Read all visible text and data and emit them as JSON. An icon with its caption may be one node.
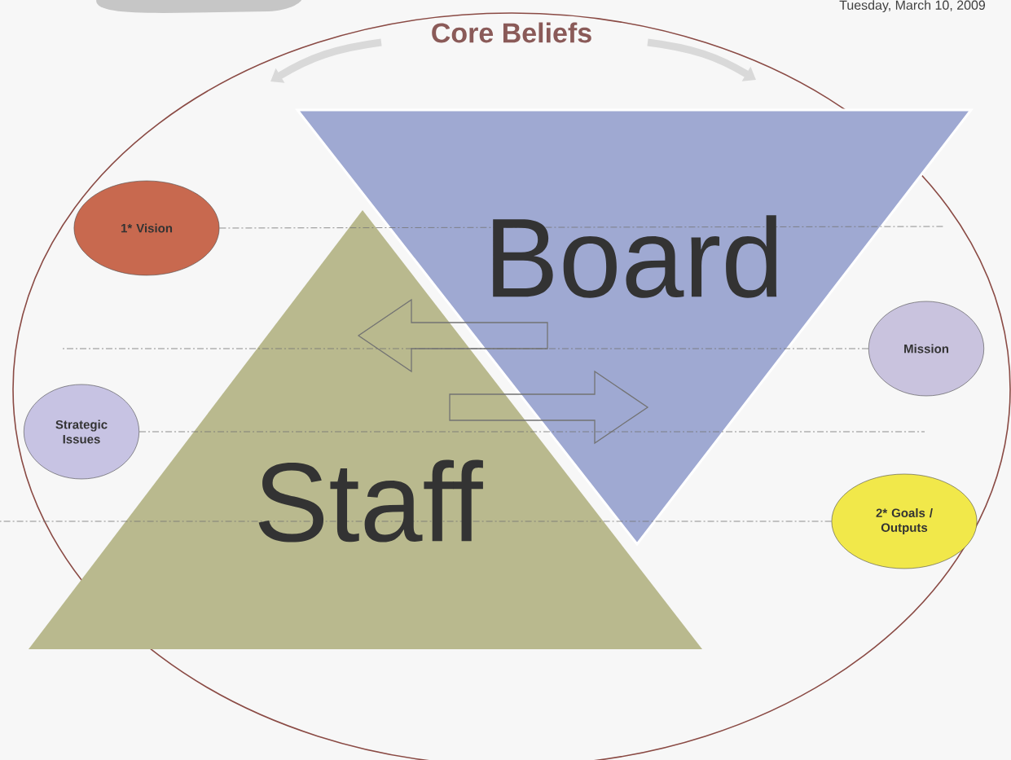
{
  "diagram": {
    "nodes": [
      {
        "text": [
          "Core Beliefs"
        ]
      },
      {
        "text": [
          "Board"
        ]
      },
      {
        "text": [
          "Staff"
        ]
      },
      {
        "text": [
          "1* Vision"
        ]
      },
      {
        "text": [
          "Mission"
        ]
      },
      {
        "text": [
          "Strategic Issues"
        ]
      },
      {
        "text": [
          "2* Goals / Outputs"
        ]
      },
      {
        "text": [],
        "shape": "box"
      }
    ],
    "edges": [
      {
        "from": 1,
        "to": 2,
        "arrow": "to"
      },
      {
        "from": 2,
        "to": 1,
        "arrow": "to"
      },
      {
        "from": 3,
        "to": null,
        "arrow": "none",
        "style": "dashed"
      },
      {
        "from": 4,
        "to": null,
        "arrow": "none",
        "style": "dashed"
      },
      {
        "from": 5,
        "to": null,
        "arrow": "none",
        "style": "dashed"
      },
      {
        "from": 6,
        "to": null,
        "arrow": "none",
        "style": "dashed"
      }
    ],
    "labels": [
      "Tuesday, March 10, 2009"
    ]
  }
}
